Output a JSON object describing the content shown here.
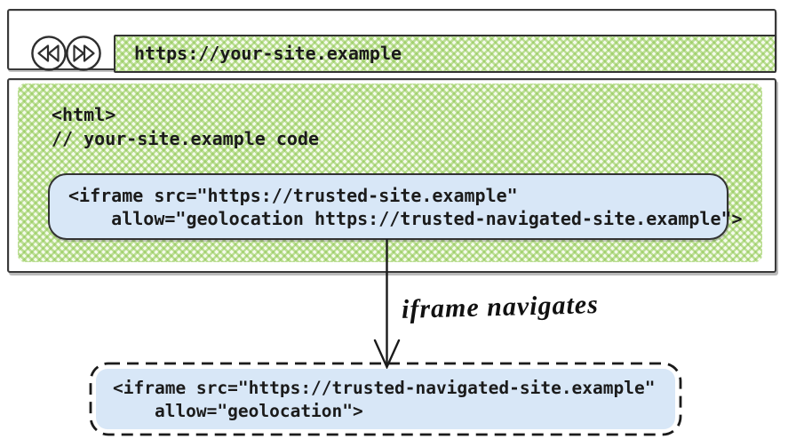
{
  "browser": {
    "url": "https://your-site.example",
    "back_icon": "double-left-arrow-circle",
    "forward_icon": "double-right-arrow-circle"
  },
  "page_code": {
    "html_open_tag": "<html>",
    "comment": "// your-site.example code"
  },
  "iframe_original": {
    "line1": "<iframe src=\"https://trusted-site.example\"",
    "line2": "    allow=\"geolocation https://trusted-navigated-site.example\">"
  },
  "arrow": {
    "label": "iframe navigates",
    "direction": "down"
  },
  "iframe_navigated": {
    "line1": "<iframe src=\"https://trusted-navigated-site.example\"",
    "line2": "    allow=\"geolocation\">"
  },
  "colors": {
    "hatch_green": "#8dc74e",
    "iframe_blue": "#d8e7f7",
    "sketch_border": "#3a3a3a"
  }
}
